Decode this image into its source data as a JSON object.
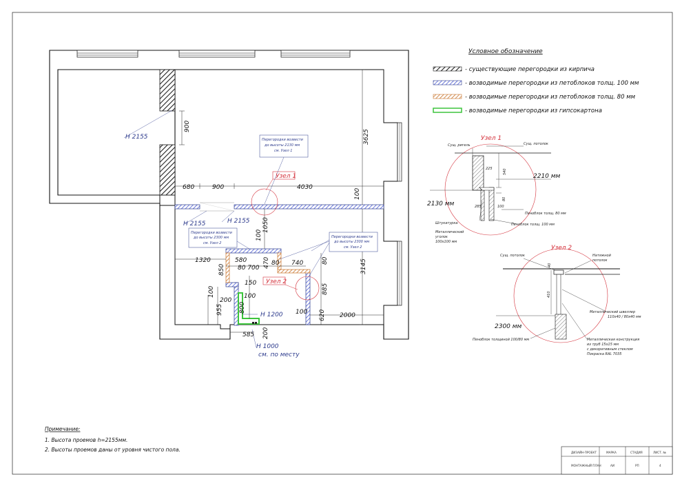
{
  "legend": {
    "title": "Условное обозначение",
    "items": [
      {
        "label": "- существующие перегородки из кирпича",
        "type": "brick"
      },
      {
        "label": "- возводимые перегородки из петоблоков толщ. 100 мм",
        "type": "block100"
      },
      {
        "label": "- возводимые перегородки из петоблоков толщ. 80 мм",
        "type": "block80"
      },
      {
        "label": "- возводимые перегородки из гипсокартона",
        "type": "drywall"
      }
    ]
  },
  "colors": {
    "block100": "#4a5bd4",
    "block80": "#c8742c",
    "drywall": "#3cc43c",
    "callout": "#d4303a",
    "blue_text": "#2c3a8c"
  },
  "plan": {
    "dims": {
      "d900_v": "900",
      "d3625": "3625",
      "d680": "680",
      "d900": "900",
      "d4030": "4030",
      "d100_a": "100",
      "d1050": "1050",
      "d100_b": "100",
      "d1320": "1320",
      "d580": "580",
      "d80_700": "80 700",
      "d470": "470",
      "d80_a": "80",
      "d740": "740",
      "d80_b": "80",
      "d850": "850",
      "d3145": "3145",
      "d150": "150",
      "d885": "885",
      "d100_c": "100",
      "d200_a": "200",
      "d100_d": "100",
      "d955": "955",
      "d800": "800",
      "d100_e": "100",
      "d620": "620",
      "d2000": "2000",
      "d585": "585",
      "d200_b": "200"
    },
    "heights": {
      "h2155_a": "H 2155",
      "h2155_b": "H 2155",
      "h2155_c": "H 2155",
      "h1200": "H 1200",
      "h1000": "H 1000",
      "on_site": "см. по месту"
    },
    "notes": {
      "note1_l1": "Перегородки возвести",
      "note1_l2": "до высоты 2130 мм",
      "note1_l3": "см. Узел 1",
      "note2_l1": "Перегородки возвести",
      "note2_l2": "до высоты 2300 мм",
      "note2_l3": "см. Узел 2",
      "note3_l1": "Перегородки возвести",
      "note3_l2": "до высоты 2300 мм",
      "note3_l3": "см. Узел 2"
    },
    "callouts": {
      "node1": "Узел 1",
      "node2": "Узел 2"
    }
  },
  "node1": {
    "title": "Узел 1",
    "ceiling_beam": "Сущ. ригель",
    "ceiling": "Сущ. потолок",
    "d225": "225",
    "d540": "540",
    "d80": "80",
    "d285": "285",
    "d100": "100",
    "h2210": "2210 мм",
    "h2130": "2130 мм",
    "plaster": "Штукатурка",
    "angle_l1": "Металлический",
    "angle_l2": "уголок",
    "angle_l3": "100х100 мм",
    "block80": "Пеноблок толщ. 80 мм",
    "block100": "Пеноблок толщ. 100 мм"
  },
  "node2": {
    "title": "Узел 2",
    "ceiling": "Сущ. потолок",
    "stretch_l1": "Натяжной",
    "stretch_l2": "потолок",
    "d40": "40",
    "d410": "410",
    "h2300": "2300 мм",
    "channel_l1": "Металлический швеллер",
    "channel_l2": "110х40 / 80х40 мм",
    "block": "Пеноблок толщиной 100/80 мм",
    "frame_l1": "Металлическая конструкция",
    "frame_l2": "из труб 15х15 мм",
    "frame_l3": "с декоративным стеклом",
    "frame_l4": "Покраска RAL 7035"
  },
  "notes": {
    "title": "Примечание:",
    "line1": "1. Высота проемов h=2155мм.",
    "line2": "2. Высоты проемов даны от уровня чистого пола."
  },
  "title_block": {
    "project": "ДИЗАЙН-ПРОЕКТ",
    "mark_h": "МАРКА",
    "stage_h": "СТАДИЯ",
    "sheet_h": "ЛИСТ. №",
    "sheet_name": "МОНТАЖНЫЙ ПЛАН",
    "mark": "АИ",
    "stage": "РП",
    "sheet": "4"
  }
}
